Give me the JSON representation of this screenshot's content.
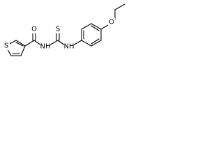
{
  "molecule": {
    "atoms": {
      "thiophene_s": "S",
      "carbonyl_o": "O",
      "amide_nh": "NH",
      "thio_s": "S",
      "thio_nh": "NH",
      "ether_o": "O"
    },
    "bond_color": "#000000",
    "background": "#ffffff"
  }
}
